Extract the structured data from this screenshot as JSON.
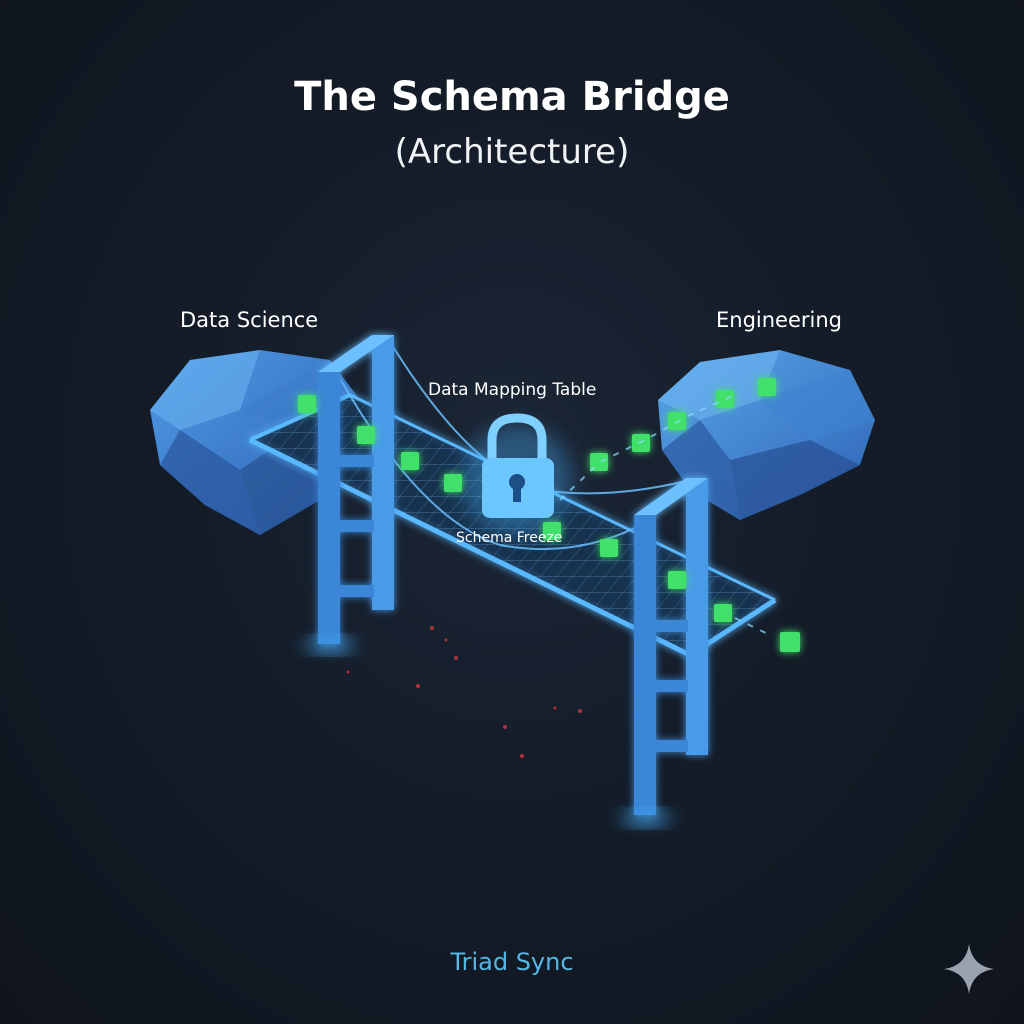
{
  "header": {
    "title": "The Schema Bridge",
    "subtitle": "(Architecture)"
  },
  "nodes": {
    "left_island": "Data Science",
    "right_island": "Engineering",
    "bridge_label": "Data Mapping Table",
    "lock_label": "Schema Freeze"
  },
  "footer": {
    "brand": "Triad Sync"
  },
  "colors": {
    "background": "#121a26",
    "island_blue": "#3f86d6",
    "bridge_blue": "#4aa8f0",
    "data_packet_green": "#3fe06a",
    "footer_text": "#56b6e6"
  },
  "icons": [
    "lock-icon",
    "data-packet-icon",
    "sparkle-icon"
  ]
}
